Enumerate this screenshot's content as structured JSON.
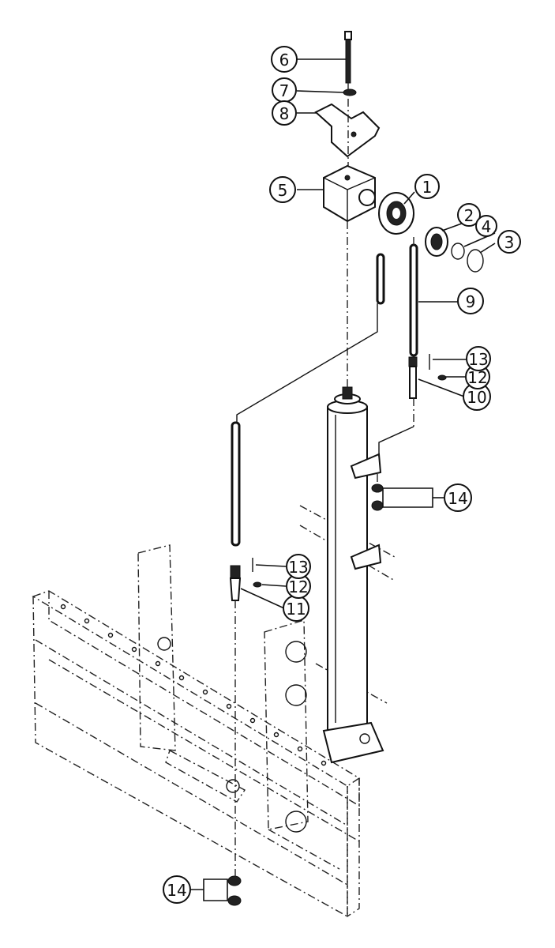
{
  "callouts": [
    {
      "id": "c1",
      "label": "1"
    },
    {
      "id": "c2",
      "label": "2"
    },
    {
      "id": "c3",
      "label": "3"
    },
    {
      "id": "c4",
      "label": "4"
    },
    {
      "id": "c5",
      "label": "5"
    },
    {
      "id": "c6",
      "label": "6"
    },
    {
      "id": "c7",
      "label": "7"
    },
    {
      "id": "c8",
      "label": "8"
    },
    {
      "id": "c9",
      "label": "9"
    },
    {
      "id": "c10",
      "label": "10"
    },
    {
      "id": "c11",
      "label": "11"
    },
    {
      "id": "c12a",
      "label": "12"
    },
    {
      "id": "c12b",
      "label": "12"
    },
    {
      "id": "c13a",
      "label": "13"
    },
    {
      "id": "c13b",
      "label": "13"
    },
    {
      "id": "c14a",
      "label": "14"
    },
    {
      "id": "c14b",
      "label": "14"
    }
  ]
}
